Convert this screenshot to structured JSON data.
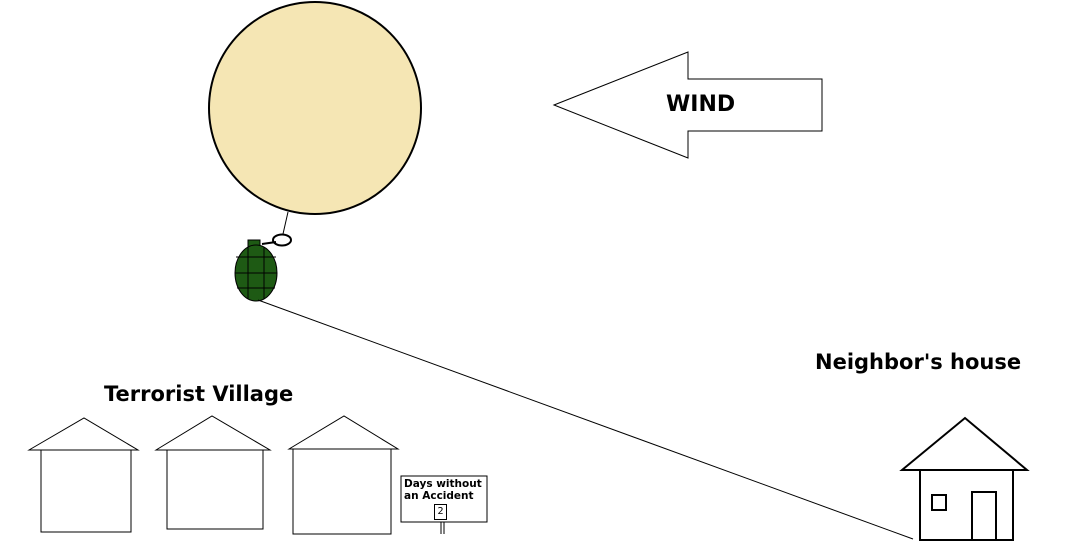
{
  "labels": {
    "wind": "WIND",
    "village": "Terrorist Village",
    "neighbor": "Neighbor's house",
    "sign_line1": "Days without",
    "sign_line2": "an Accident",
    "sign_count": "2"
  },
  "colors": {
    "balloon_fill": "#f5e6b4",
    "grenade_fill": "#1e5a14",
    "stroke": "#000000",
    "background": "#ffffff"
  }
}
